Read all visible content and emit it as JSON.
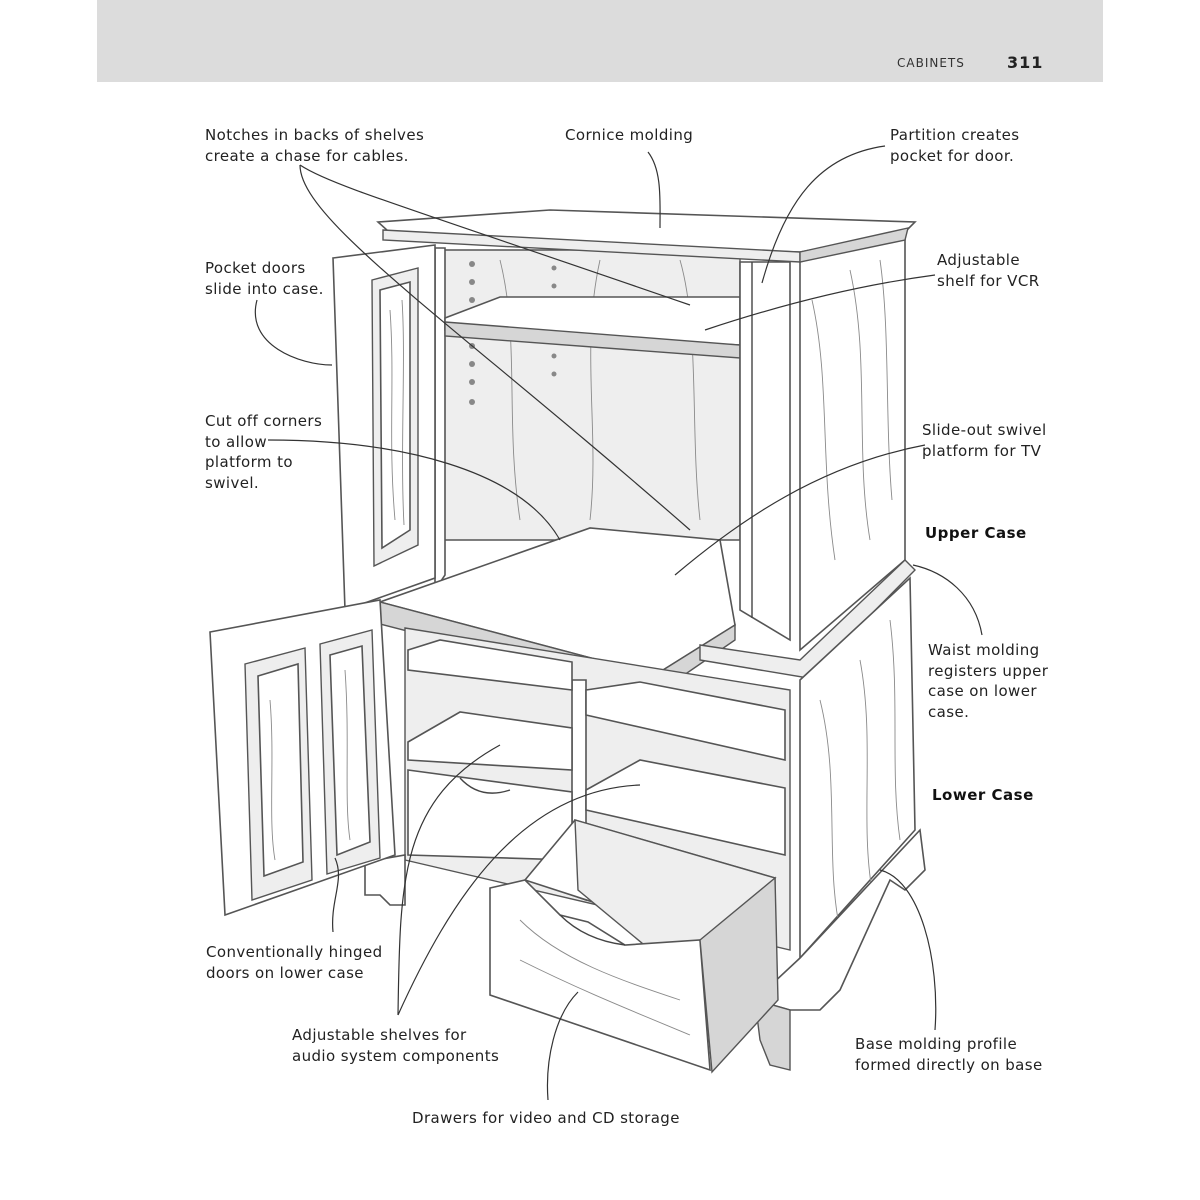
{
  "header": {
    "running_head": "CABINETS",
    "page_number": "311"
  },
  "sections": {
    "upper_case": "Upper Case",
    "lower_case": "Lower Case"
  },
  "callouts": {
    "notches": "Notches in backs of shelves\ncreate a chase for cables.",
    "cornice": "Cornice molding",
    "partition": "Partition creates\npocket for door.",
    "pocket_doors": "Pocket doors\nslide into case.",
    "adjustable_vcr": "Adjustable\nshelf for VCR",
    "cut_corners": "Cut off corners\nto allow\nplatform to\nswivel.",
    "swivel_platform": "Slide-out swivel\nplatform for TV",
    "waist_molding": "Waist molding\nregisters upper\ncase on lower\ncase.",
    "hinged_doors": "Conventionally hinged\ndoors on lower case",
    "audio_shelves": "Adjustable shelves for\naudio system components",
    "base_molding": "Base molding profile\nformed directly on base",
    "drawers": "Drawers for video and CD storage"
  }
}
